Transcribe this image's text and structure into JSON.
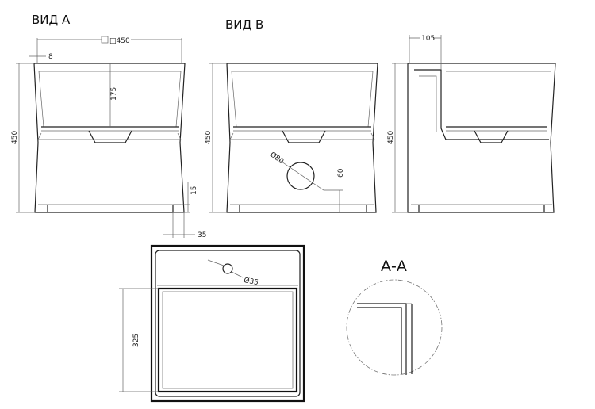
{
  "views": {
    "view_a": "ВИД А",
    "view_b": "ВИД В",
    "section": "А-А"
  },
  "dimensions": {
    "width_square": "□450",
    "offset_8": "8",
    "height_450_a": "450",
    "depth_175": "175",
    "height_15": "15",
    "offset_35": "35",
    "diameter_80": "Ø80",
    "offset_60": "60",
    "height_450_b": "450",
    "side_105": "105",
    "height_450_side": "450",
    "depth_325": "325",
    "diameter_35": "Ø35"
  }
}
